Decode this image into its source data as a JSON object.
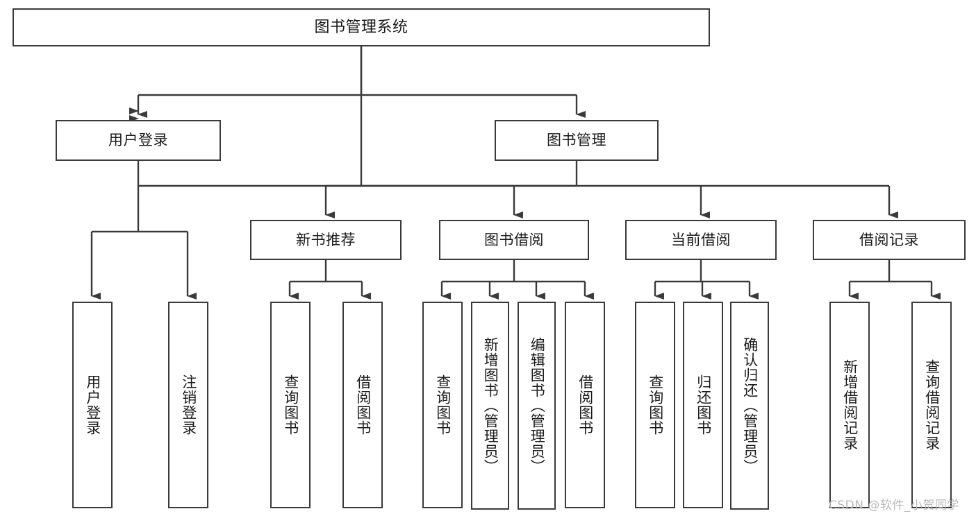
{
  "diagram": {
    "title": "图书管理系统",
    "type": "tree",
    "root": {
      "id": "root",
      "label": "图书管理系统"
    },
    "level1": [
      {
        "id": "user-login",
        "label": "用户登录"
      },
      {
        "id": "book-manage",
        "label": "图书管理"
      }
    ],
    "level2": [
      {
        "id": "new-book-rec",
        "label": "新书推荐",
        "parent": "book-manage"
      },
      {
        "id": "book-borrow",
        "label": "图书借阅",
        "parent": "book-manage"
      },
      {
        "id": "current-borrow",
        "label": "当前借阅",
        "parent": "book-manage"
      },
      {
        "id": "borrow-record",
        "label": "借阅记录",
        "parent": "book-manage"
      }
    ],
    "leaves": [
      {
        "id": "leaf-user-login",
        "label": "用户登录",
        "parent": "user-login"
      },
      {
        "id": "leaf-user-logout",
        "label": "注销登录",
        "parent": "user-login"
      },
      {
        "id": "leaf-query-book-1",
        "label": "查询图书",
        "parent": "new-book-rec"
      },
      {
        "id": "leaf-borrow-book-1",
        "label": "借阅图书",
        "parent": "new-book-rec"
      },
      {
        "id": "leaf-query-book-2",
        "label": "查询图书",
        "parent": "book-borrow"
      },
      {
        "id": "leaf-add-book",
        "label": "新增图书（管理员）",
        "parent": "book-borrow"
      },
      {
        "id": "leaf-edit-book",
        "label": "编辑图书（管理员）",
        "parent": "book-borrow"
      },
      {
        "id": "leaf-borrow-book-2",
        "label": "借阅图书",
        "parent": "book-borrow"
      },
      {
        "id": "leaf-query-book-3",
        "label": "查询图书",
        "parent": "current-borrow"
      },
      {
        "id": "leaf-return-book",
        "label": "归还图书",
        "parent": "current-borrow"
      },
      {
        "id": "leaf-confirm-return",
        "label": "确认归还（管理员）",
        "parent": "current-borrow"
      },
      {
        "id": "leaf-add-record",
        "label": "新增借阅记录",
        "parent": "borrow-record"
      },
      {
        "id": "leaf-query-record",
        "label": "查询借阅记录",
        "parent": "borrow-record"
      }
    ]
  },
  "watermark": {
    "text": "CSDN @软件_小贺同学"
  },
  "colors": {
    "stroke": "#3a3a3a",
    "fill": "#ffffff",
    "text": "#1b1b1b",
    "watermark": "#b9b9b9"
  }
}
